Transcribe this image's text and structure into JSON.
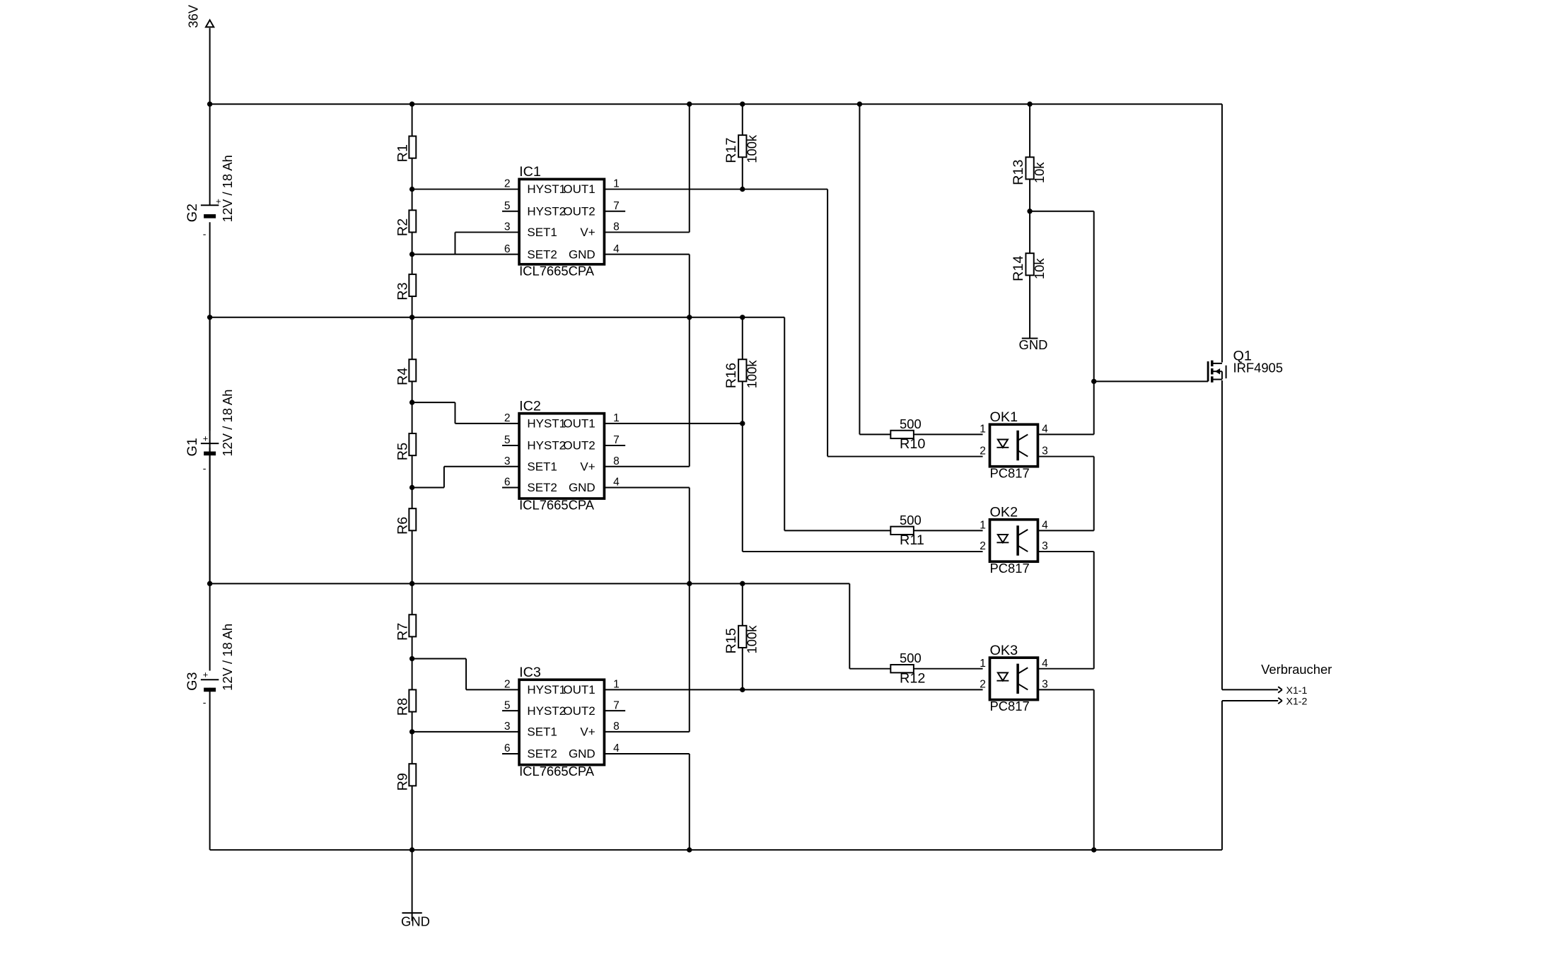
{
  "supply": {
    "label": "36V"
  },
  "gnd": {
    "label": "GND"
  },
  "batteries": [
    {
      "ref": "G2",
      "value": "12V / 18 Ah",
      "plus": "+",
      "minus": "-"
    },
    {
      "ref": "G1",
      "value": "12V / 18 Ah",
      "plus": "+",
      "minus": "-"
    },
    {
      "ref": "G3",
      "value": "12V / 18 Ah",
      "plus": "+",
      "minus": "-"
    }
  ],
  "divider_resistors": [
    "R1",
    "R2",
    "R3",
    "R4",
    "R5",
    "R6",
    "R7",
    "R8",
    "R9"
  ],
  "ics": [
    {
      "ref": "IC1",
      "value": "ICL7665CPA"
    },
    {
      "ref": "IC2",
      "value": "ICL7665CPA"
    },
    {
      "ref": "IC3",
      "value": "ICL7665CPA"
    }
  ],
  "ic_pins": {
    "left": [
      {
        "name": "HYST1",
        "num": "2"
      },
      {
        "name": "HYST2",
        "num": "5"
      },
      {
        "name": "SET1",
        "num": "3"
      },
      {
        "name": "SET2",
        "num": "6"
      }
    ],
    "right": [
      {
        "name": "OUT1",
        "num": "1"
      },
      {
        "name": "OUT2",
        "num": "7"
      },
      {
        "name": "V+",
        "num": "8"
      },
      {
        "name": "GND",
        "num": "4"
      }
    ]
  },
  "pullups": [
    {
      "ref": "R17",
      "value": "100k"
    },
    {
      "ref": "R16",
      "value": "100k"
    },
    {
      "ref": "R15",
      "value": "100k"
    }
  ],
  "series_resistors": [
    {
      "ref": "R10",
      "value": "500"
    },
    {
      "ref": "R11",
      "value": "500"
    },
    {
      "ref": "R12",
      "value": "500"
    }
  ],
  "optos": [
    {
      "ref": "OK1",
      "value": "PC817"
    },
    {
      "ref": "OK2",
      "value": "PC817"
    },
    {
      "ref": "OK3",
      "value": "PC817"
    }
  ],
  "opto_pins": [
    "1",
    "2",
    "3",
    "4"
  ],
  "gate_divider": [
    {
      "ref": "R13",
      "value": "10k"
    },
    {
      "ref": "R14",
      "value": "10k"
    }
  ],
  "mosfet": {
    "ref": "Q1",
    "value": "IRF4905"
  },
  "load": {
    "title": "Verbraucher",
    "pins": [
      "X1-1",
      "X1-2"
    ]
  }
}
